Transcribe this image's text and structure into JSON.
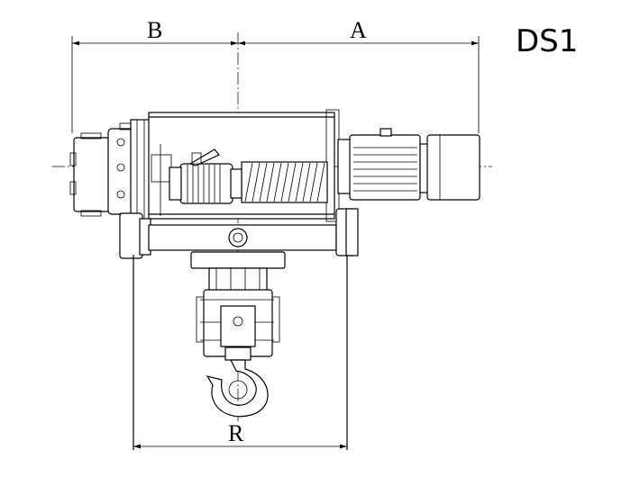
{
  "model_label": "DS1",
  "dimensions": {
    "a": "A",
    "b": "B",
    "r": "R"
  }
}
